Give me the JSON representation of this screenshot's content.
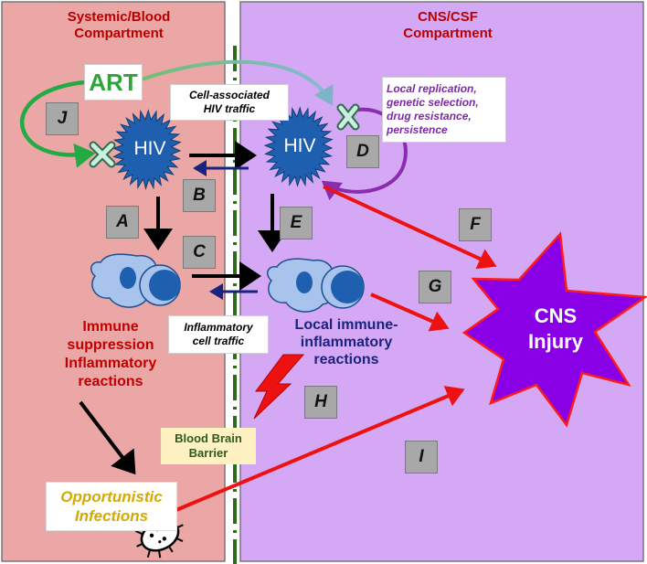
{
  "compartments": {
    "systemic": "Systemic/Blood\nCompartment",
    "cns": "CNS/CSF\nCompartment"
  },
  "art_label": "ART",
  "hiv_label": "HIV",
  "notes": {
    "cell_traffic": "Cell-associated\nHIV traffic",
    "local_replication": "Local replication,\ngenetic selection,\ndrug resistance,\npersistence",
    "inflammatory_traffic": "Inflammatory\ncell traffic"
  },
  "text": {
    "immune_suppression": "Immune\nsuppression\nInflammatory\nreactions",
    "local_immune": "Local immune-\ninflammatory\nreactions",
    "bbb": "Blood Brain\nBarrier",
    "oi": "Opportunistic\nInfections",
    "cns_injury": "CNS\nInjury"
  },
  "letters": [
    "A",
    "B",
    "C",
    "D",
    "E",
    "F",
    "G",
    "H",
    "I",
    "J"
  ],
  "colors": {
    "systemic_bg": "#eba6a6",
    "cns_bg": "#d4a8f5",
    "hiv_blue": "#1f5fb0",
    "red": "#ee1111",
    "green": "#22aa44",
    "purple": "#8a2bb0",
    "navy": "#1a237e",
    "gold": "#d4a900"
  }
}
